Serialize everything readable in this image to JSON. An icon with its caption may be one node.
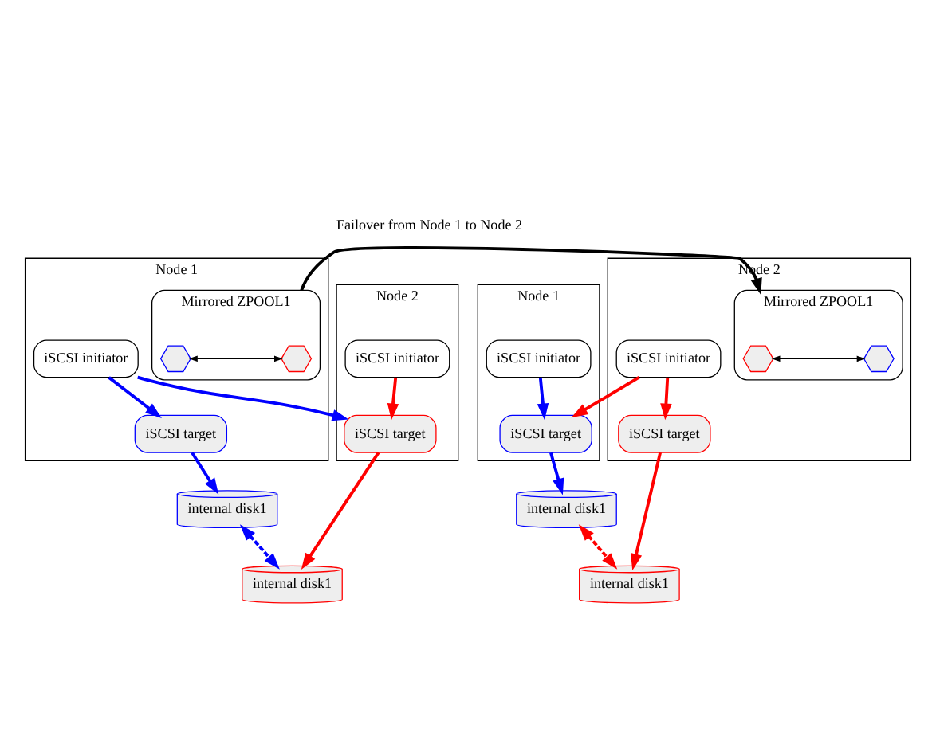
{
  "diagram": {
    "nodes": [
      {
        "text": [
          "Node 1"
        ]
      },
      {
        "text": [
          "Mirrored ZPOOL1"
        ],
        "in": 0
      },
      {
        "text": [],
        "shape": "hexagon",
        "in": 1
      },
      {
        "text": [],
        "shape": "hexagon",
        "in": 1
      },
      {
        "text": [
          "iSCSI initiator"
        ],
        "in": 0
      },
      {
        "text": [
          "iSCSI target"
        ],
        "in": 0
      },
      {
        "text": [
          "Node 2"
        ]
      },
      {
        "text": [
          "iSCSI initiator"
        ],
        "in": 6
      },
      {
        "text": [
          "iSCSI target"
        ],
        "in": 6
      },
      {
        "text": [
          "internal disk1"
        ]
      },
      {
        "text": [
          "internal disk1"
        ]
      },
      {
        "text": [
          "Node 1"
        ]
      },
      {
        "text": [
          "iSCSI initiator"
        ],
        "in": 11
      },
      {
        "text": [
          "iSCSI target"
        ],
        "in": 11
      },
      {
        "text": [
          "Node 2"
        ]
      },
      {
        "text": [
          "Mirrored ZPOOL1"
        ],
        "in": 14
      },
      {
        "text": [],
        "shape": "hexagon",
        "in": 15
      },
      {
        "text": [],
        "shape": "hexagon",
        "in": 15
      },
      {
        "text": [
          "iSCSI initiator"
        ],
        "in": 14
      },
      {
        "text": [
          "iSCSI target"
        ],
        "in": 14
      },
      {
        "text": [
          "internal disk1"
        ]
      },
      {
        "text": [
          "internal disk1"
        ]
      }
    ],
    "edges": [
      {
        "from": 2,
        "to": 3,
        "arrow": "both",
        "color": "#000000"
      },
      {
        "from": 1,
        "to": 15,
        "arrow": "to",
        "label": "Failover from Node 1 to Node 2",
        "color": "#000000"
      },
      {
        "from": 4,
        "to": 5,
        "arrow": "to",
        "color": "#0000ff"
      },
      {
        "from": 4,
        "to": 8,
        "arrow": "to",
        "color": "#0000ff"
      },
      {
        "from": 7,
        "to": 8,
        "arrow": "to",
        "color": "#ff0000"
      },
      {
        "from": 5,
        "to": 9,
        "arrow": "to",
        "color": "#0000ff"
      },
      {
        "from": 8,
        "to": 10,
        "arrow": "to",
        "color": "#ff0000"
      },
      {
        "from": 9,
        "to": 10,
        "arrow": "both",
        "style": "dashed",
        "color": "#0000ff"
      },
      {
        "from": 16,
        "to": 17,
        "arrow": "both",
        "color": "#000000"
      },
      {
        "from": 12,
        "to": 13,
        "arrow": "to",
        "color": "#0000ff"
      },
      {
        "from": 18,
        "to": 13,
        "arrow": "to",
        "color": "#ff0000"
      },
      {
        "from": 18,
        "to": 19,
        "arrow": "to",
        "color": "#ff0000"
      },
      {
        "from": 13,
        "to": 20,
        "arrow": "to",
        "color": "#0000ff"
      },
      {
        "from": 19,
        "to": 21,
        "arrow": "to",
        "color": "#ff0000"
      },
      {
        "from": 20,
        "to": 21,
        "arrow": "both",
        "style": "dashed",
        "color": "#ff0000"
      }
    ]
  }
}
